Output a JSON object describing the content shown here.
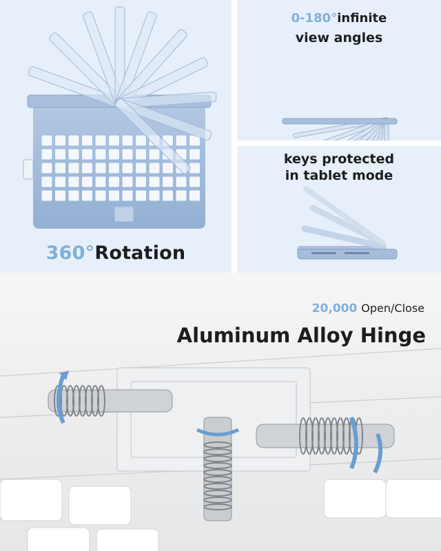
{
  "rotation_panel": {
    "angle": "360°",
    "label": "Rotation"
  },
  "view_panel": {
    "range": "0-180°",
    "range_suffix": "infinite",
    "line2": "view angles"
  },
  "keys_panel": {
    "line1": "keys protected",
    "line2": "in tablet mode"
  },
  "hinge_panel": {
    "cycles": "20,000",
    "cycles_label": "Open/Close",
    "title": "Aluminum Alloy Hinge"
  },
  "colors": {
    "accent": "#7fb0da",
    "panel_bg": "#e7f0fa",
    "keyboard": "#9fb8d8",
    "text": "#1d1d1f"
  }
}
